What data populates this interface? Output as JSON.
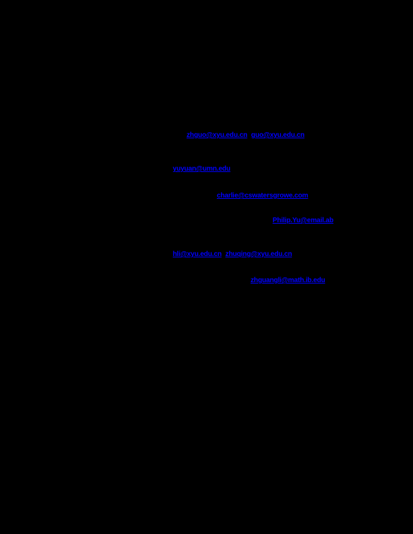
{
  "page": {
    "background": "#000000",
    "link_color": "#0000ff"
  },
  "author_emails": {
    "line1": {
      "email_a": "zhguo@xyu.edu.cn",
      "separator": ", ",
      "email_b": "guo@xyu.edu.cn"
    },
    "line2": {
      "email_a": "yuyuan@umn.edu"
    },
    "line3": {
      "email_a": "charlie@cswatersgrowe.com"
    },
    "line4": {
      "email_a": "Philip.Yu@email.ab"
    },
    "line5": {
      "email_a": "hli@xyu.edu.cn",
      "separator": ", ",
      "email_b": "zhuqing@xyu.edu.cn"
    },
    "line6": {
      "email_a": "zhguangli@math.ib.edu"
    }
  }
}
